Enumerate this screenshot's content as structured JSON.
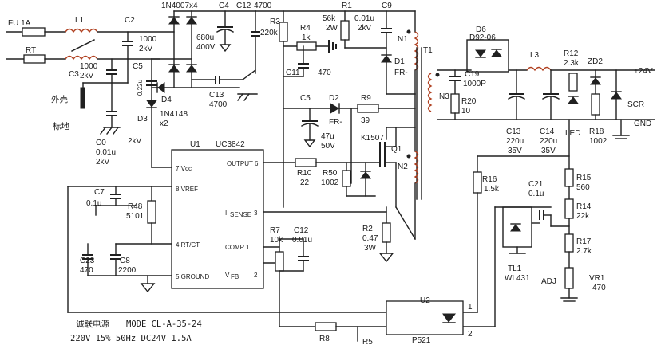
{
  "inputs": {
    "fuse": "FU 1A",
    "thermistor": "RT"
  },
  "filter": {
    "l1": "L1",
    "c2": "C2",
    "c2_value": "1000",
    "c2_rating": "2kV",
    "c3": "C3",
    "c3_value": "1000",
    "c3_rating": "2kV",
    "c5": "C5",
    "c5_value": "0.22u",
    "c5_rating": "2kV",
    "d3": "D3",
    "d4": "D4",
    "d4_part": "1N4148",
    "d4_count": "x2",
    "chassis_label": "外壳",
    "ground_label": "标地",
    "c0": "C0",
    "c0_value": "0.01u",
    "c0_rating": "2kV"
  },
  "bridge": {
    "part": "1N4007x4"
  },
  "bulk": {
    "c4": "C4",
    "c4_value": "680u",
    "c4_rating": "400V",
    "c12": "C12",
    "c12_value": "4700",
    "c13": "C13",
    "c13_value": "4700"
  },
  "snubber": {
    "r3": "R3",
    "r3_value": "220k",
    "r4": "R4",
    "r4_value": "1k",
    "r1": "R1",
    "r1_value": "56k",
    "r1_rating": "2W",
    "c9": "C9",
    "c9_value": "0.01u",
    "c9_rating": "2kV",
    "c11": "C11",
    "c11_value": "470",
    "d1": "D1",
    "d1_part": "FR-"
  },
  "aux": {
    "c5b": "C5",
    "c5b_value": "47u",
    "c5b_rating": "50V",
    "d2": "D2",
    "d2_part": "FR-",
    "r9": "R9",
    "r9_value": "39"
  },
  "switch": {
    "q1": "Q1",
    "q1_part": "K1507",
    "r10": "R10",
    "r10_value": "22",
    "r50": "R50",
    "r50_value": "1002",
    "r2": "R2",
    "r2_value": "0.47",
    "r2_rating": "3W"
  },
  "transformer": {
    "t1": "T1",
    "n1": "N1",
    "n2": "N2",
    "n3": "N3"
  },
  "controller": {
    "u1": "U1",
    "part": "UC3842",
    "pin7": "7 Vcc",
    "pin8": "8 VREF",
    "pin4": "4 RT/CT",
    "pin5": "5 GROUND",
    "pin6": "OUTPUT 6",
    "pin3_name": "I",
    "pin3_sub": "SENSE",
    "pin3_num": "3",
    "pin1": "COMP 1",
    "pin2_name": "V",
    "pin2_sub": "FB",
    "pin2_num": "2"
  },
  "timing": {
    "c7": "C7",
    "c7_value": "0.1u",
    "r48": "R48",
    "r48_value": "5101",
    "c23": "C23",
    "c23_value": "470",
    "c8": "C8",
    "c8_value": "2200",
    "r7": "R7",
    "r7_value": "10k",
    "c12b": "C12",
    "c12b_value": "0.01u",
    "r8": "R8",
    "r8_tail": "R5"
  },
  "secondary": {
    "d6": "D6",
    "d6_part": "D92-06",
    "c19": "C19",
    "c19_value": "1000P",
    "r20": "R20",
    "r20_value": "10",
    "l3": "L3",
    "c13": "C13",
    "c13_value": "220u",
    "c13_rating": "35V",
    "c14": "C14",
    "c14_value": "220u",
    "c14_rating": "35V",
    "r12": "R12",
    "r12_value": "2.3k",
    "zd2": "ZD2",
    "led": "LED",
    "r18": "R18",
    "r18_value": "1002",
    "scr": "SCR",
    "out_pos": "+24V",
    "out_gnd": "GND"
  },
  "feedback": {
    "r16": "R16",
    "r16_value": "1.5k",
    "c21": "C21",
    "c21_value": "0.1u",
    "r15": "R15",
    "r15_value": "560",
    "r14": "R14",
    "r14_value": "22k",
    "r17": "R17",
    "r17_value": "2.7k",
    "tl1": "TL1",
    "tl1_part": "WL431",
    "adj": "ADJ",
    "vr1": "VR1",
    "vr1_value": "470",
    "u2": "U2",
    "u2_part": "P521",
    "pin1": "1",
    "pin2": "2"
  },
  "footer": {
    "title_cn": "诚联电源",
    "model": "MODE CL-A-35-24",
    "spec": "220V 15% 50Hz DC24V 1.5A"
  }
}
